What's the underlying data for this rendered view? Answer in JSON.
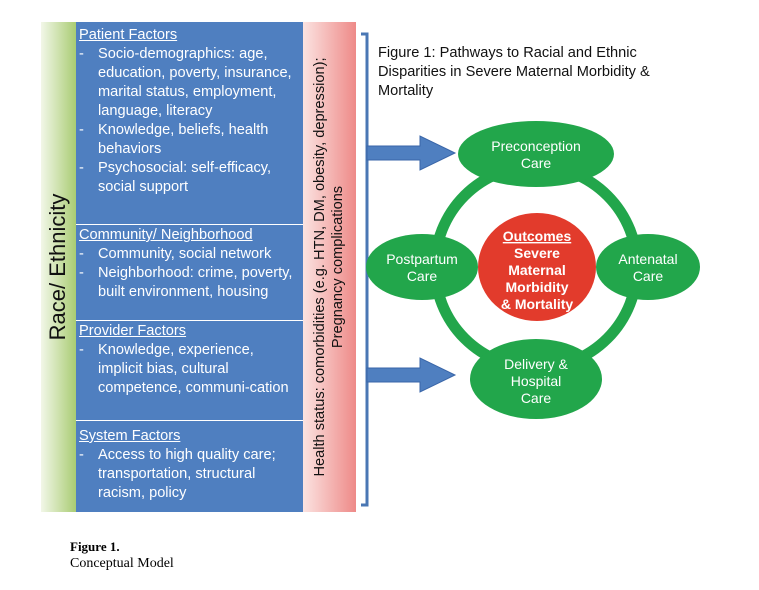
{
  "race_label": "Race/ Ethnicity",
  "sections": {
    "patient": {
      "heading": "Patient Factors",
      "items": [
        "Socio-demographics: age, education, poverty, insurance, marital status, employment, language, literacy",
        "Knowledge, beliefs, health behaviors",
        "Psychosocial: self-efficacy, social support"
      ]
    },
    "community": {
      "heading": "Community/ Neighborhood",
      "items": [
        "Community, social network",
        "Neighborhood: crime, poverty, built environment, housing"
      ]
    },
    "provider": {
      "heading": "Provider Factors",
      "items": [
        "Knowledge, experience, implicit bias, cultural competence, communi-cation"
      ]
    },
    "system": {
      "heading": "System Factors",
      "items": [
        "Access to high quality care; transportation, structural racism, policy"
      ]
    }
  },
  "health_status": {
    "line1": "Health status: comorbidities (e.g. HTN, DM, obesity, depression);",
    "line2": "Pregnancy complications"
  },
  "figure_title": "Figure 1: Pathways to Racial and Ethnic Disparities in Severe Maternal Morbidity & Mortality",
  "nodes": {
    "preconception": [
      "Preconception",
      "Care"
    ],
    "postpartum": [
      "Postpartum",
      "Care"
    ],
    "antenatal": [
      "Antenatal",
      "Care"
    ],
    "delivery": [
      "Delivery &",
      "Hospital",
      "Care"
    ]
  },
  "outcomes": {
    "heading": "Outcomes",
    "lines": [
      "Severe",
      "Maternal",
      "Morbidity",
      "& Mortality"
    ]
  },
  "colors": {
    "race_green": "#a9cc73",
    "factor_blue": "#4f7fc0",
    "health_pink": "#ee8a88",
    "node_green": "#22a64b",
    "outcome_red": "#e23b2c",
    "arrow_blue": "#4a77b4"
  },
  "caption": {
    "title": "Figure 1.",
    "text": "Conceptual Model"
  }
}
